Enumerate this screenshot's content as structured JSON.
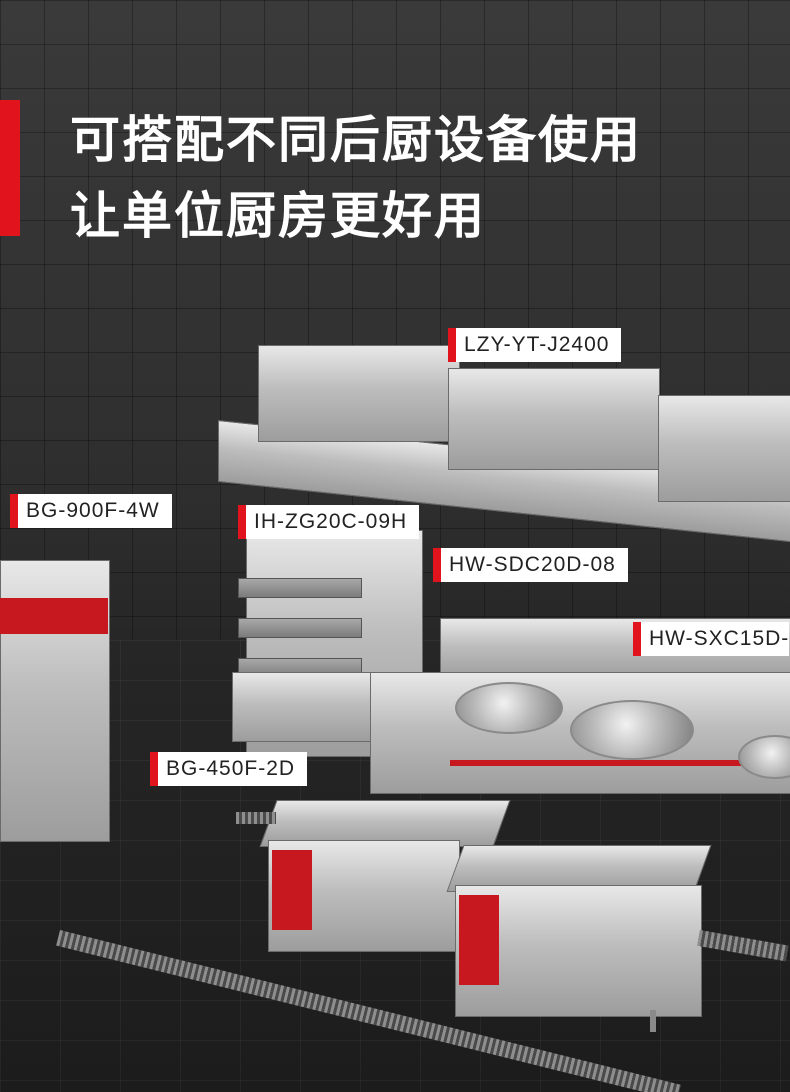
{
  "headline": {
    "line1": "可搭配不同后厨设备使用",
    "line2": "让单位厨房更好用"
  },
  "labels": {
    "hood": "LZY-YT-J2400",
    "steamer": "IH-ZG20C-09H",
    "fridge": "BG-900F-4W",
    "wok_stove": "HW-SDC20D-08",
    "wok_stove2": "HW-SXC15D-",
    "worktable_fridge": "BG-450F-2D"
  },
  "colors": {
    "accent": "#e1141e",
    "tag_bg": "#ffffff",
    "text_light": "#ffffff",
    "text_dark": "#222222"
  }
}
